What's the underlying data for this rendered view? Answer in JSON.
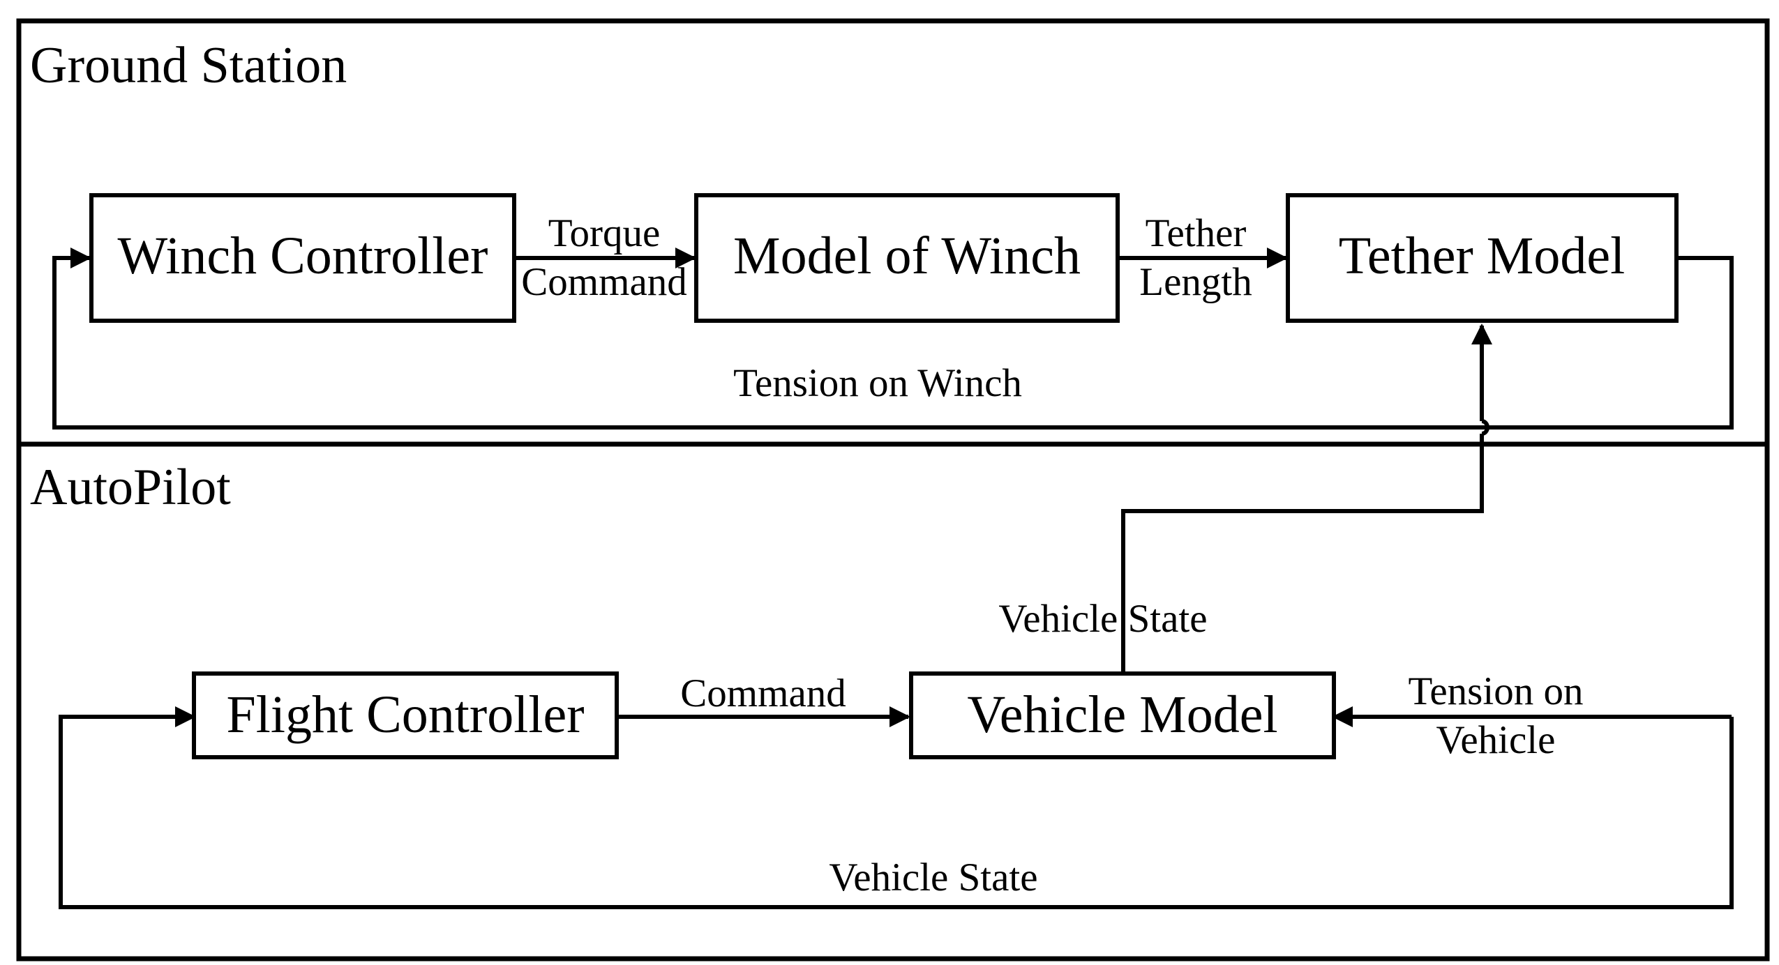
{
  "sections": {
    "ground_station": "Ground Station",
    "autopilot": "AutoPilot"
  },
  "blocks": {
    "winch_controller": "Winch Controller",
    "model_of_winch": "Model of Winch",
    "tether_model": "Tether Model",
    "flight_controller": "Flight Controller",
    "vehicle_model": "Vehicle Model"
  },
  "signals": {
    "torque_command": [
      "Torque",
      "Command"
    ],
    "tether_length": [
      "Tether",
      "Length"
    ],
    "tension_on_winch": "Tension on Winch",
    "vehicle_state_up": "Vehicle State",
    "command": "Command",
    "tension_on_vehicle": [
      "Tension on",
      "Vehicle"
    ],
    "vehicle_state_feedback": "Vehicle State"
  }
}
